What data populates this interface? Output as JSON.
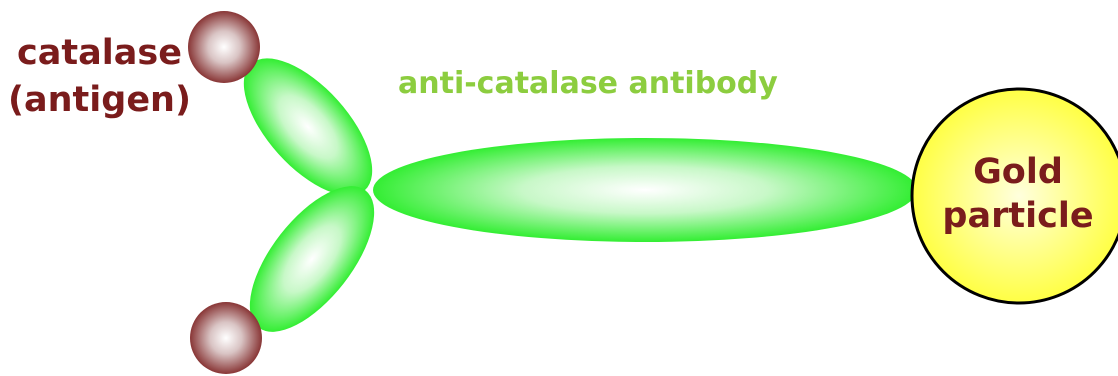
{
  "labels": {
    "antigen_line1": "catalase",
    "antigen_line2": "(antigen)",
    "antibody": "anti-catalase antibody",
    "gold_line1": "Gold",
    "gold_line2": "particle"
  },
  "colors": {
    "antibody_green": "#33ee33",
    "antibody_highlight": "#ffffff",
    "antibody_label": "#8ccd3f",
    "antigen_fill": "#7a1c1c",
    "antigen_highlight": "#ffffff",
    "antigen_label": "#7a1c1c",
    "gold_fill": "#ffff44",
    "gold_highlight": "#ffffdd",
    "gold_outline": "#000000",
    "gold_label": "#7a1c1c"
  }
}
